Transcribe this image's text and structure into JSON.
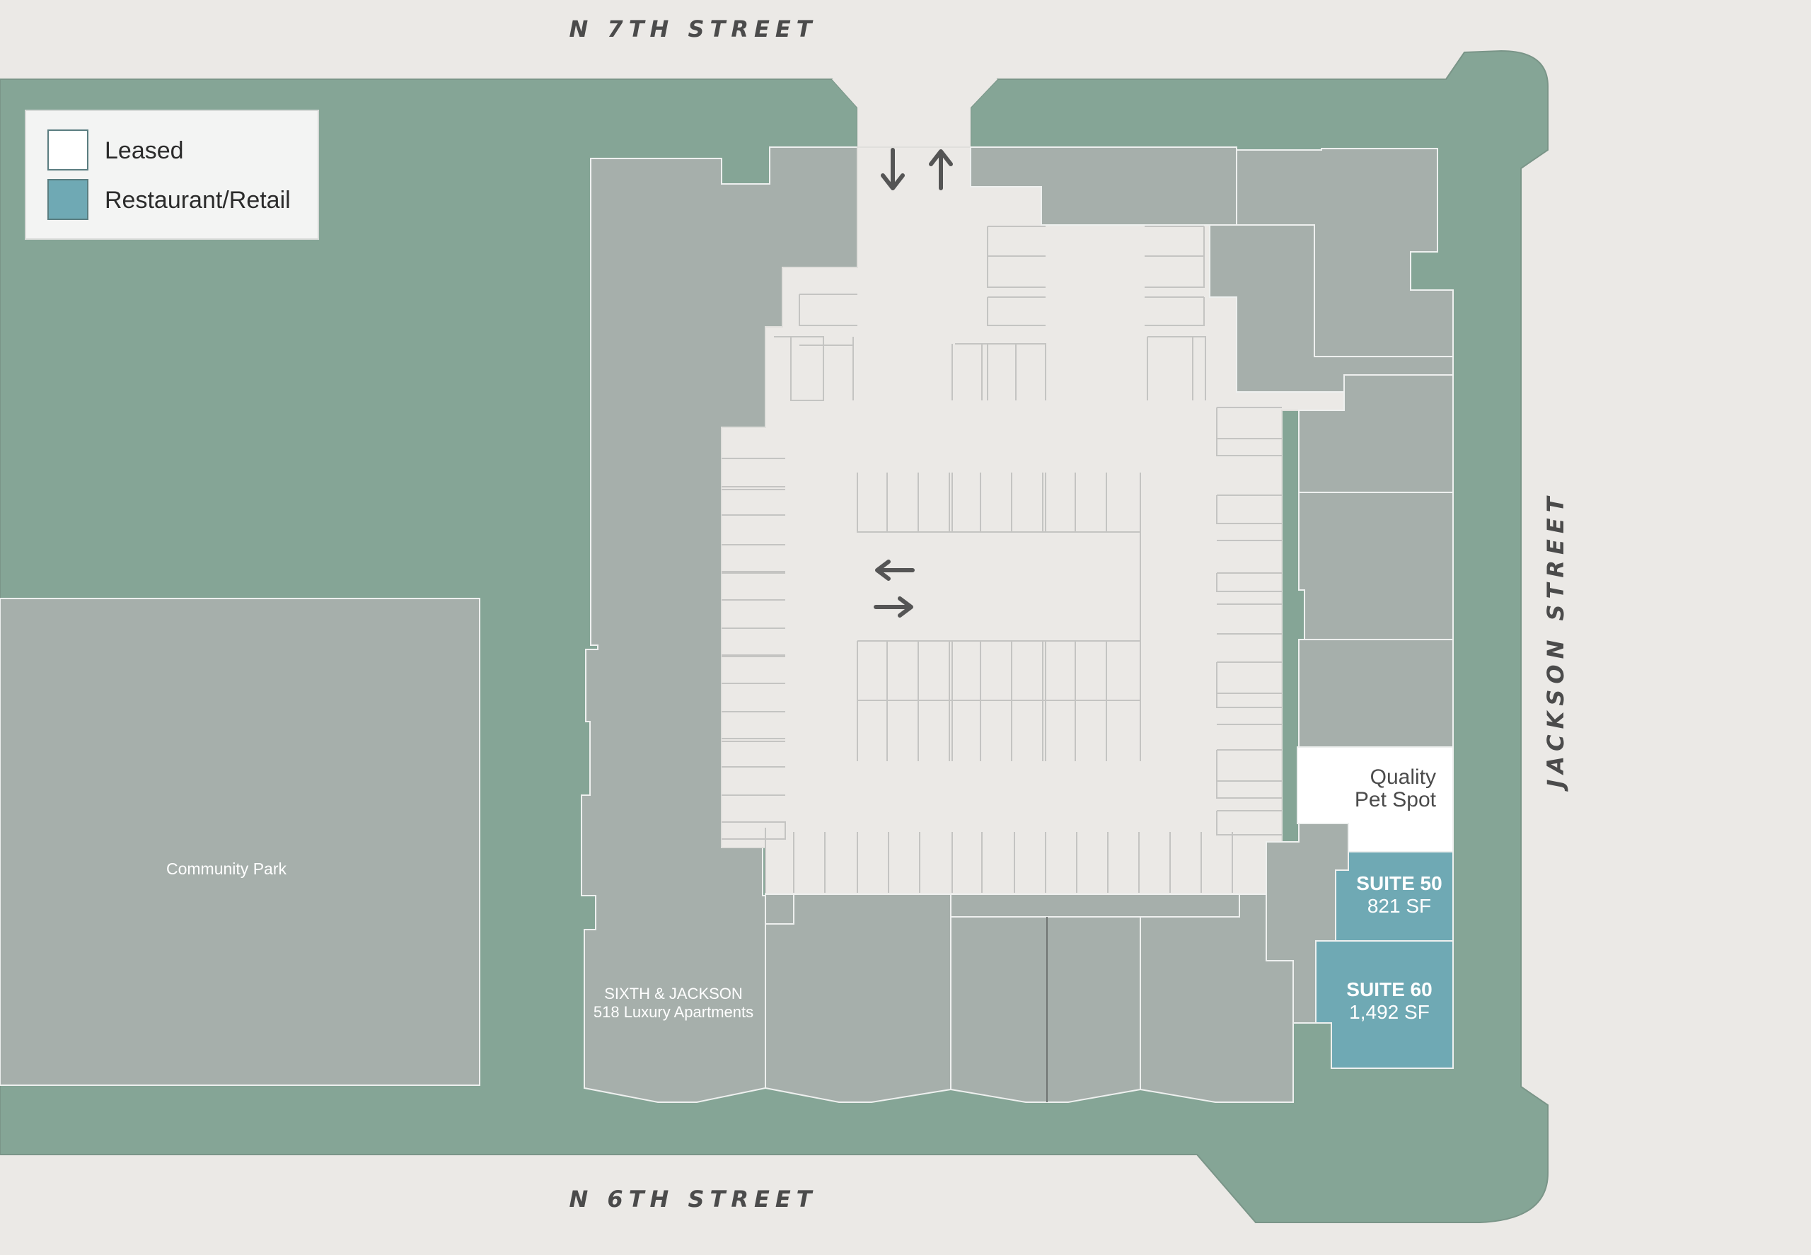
{
  "legend": {
    "items": [
      {
        "label": "Leased",
        "color": "#ffffff"
      },
      {
        "label": "Restaurant/Retail",
        "color": "#6fa9b4"
      }
    ]
  },
  "streets": {
    "north": "N 7TH STREET",
    "south": "N 6TH STREET",
    "east": "JACKSON STREET"
  },
  "labels": {
    "park": "Community Park",
    "apartments_line1": "SIXTH & JACKSON",
    "apartments_line2": "518 Luxury Apartments"
  },
  "units": [
    {
      "id": "quality-pet-spot",
      "line1": "Quality",
      "line2": "Pet Spot",
      "status": "Leased"
    },
    {
      "id": "suite-50",
      "line1": "SUITE 50",
      "line2": "821 SF",
      "status": "Restaurant/Retail"
    },
    {
      "id": "suite-60",
      "line1": "SUITE 60",
      "line2": "1,492 SF",
      "status": "Restaurant/Retail"
    }
  ],
  "colors": {
    "background": "#ebe9e6",
    "grounds": "#85a596",
    "building": "#a6afab",
    "parking": "#ebe9e6",
    "leased": "#ffffff",
    "retail": "#6fa9b4",
    "legend_bg": "#f3f4f3",
    "text_dark": "#4b4b4b"
  }
}
